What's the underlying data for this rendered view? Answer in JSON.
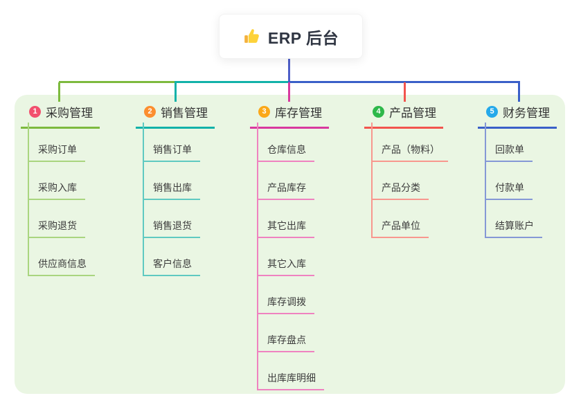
{
  "root": {
    "title": "ERP 后台",
    "icon": "thumbs-up"
  },
  "branches": [
    {
      "num": "1",
      "title": "采购管理",
      "children": [
        "采购订单",
        "采购入库",
        "采购退货",
        "供应商信息"
      ],
      "line_color": "#7dba3e",
      "child_line_color": "#a9d57f",
      "badge_color": "#f2506e"
    },
    {
      "num": "2",
      "title": "销售管理",
      "children": [
        "销售订单",
        "销售出库",
        "销售退货",
        "客户信息"
      ],
      "line_color": "#12b2a9",
      "child_line_color": "#5fc9c1",
      "badge_color": "#fc8e2f"
    },
    {
      "num": "3",
      "title": "库存管理",
      "children": [
        "仓库信息",
        "产品库存",
        "其它出库",
        "其它入库",
        "库存调拨",
        "库存盘点",
        "出库库明细"
      ],
      "line_color": "#d8399f",
      "child_line_color": "#ef82c0",
      "badge_color": "#fba819"
    },
    {
      "num": "4",
      "title": "产品管理",
      "children": [
        "产品（物料）",
        "产品分类",
        "产品单位"
      ],
      "line_color": "#f2544e",
      "child_line_color": "#f8978e",
      "badge_color": "#2eb84a"
    },
    {
      "num": "5",
      "title": "财务管理",
      "children": [
        "回款单",
        "付款单",
        "结算账户"
      ],
      "line_color": "#3a5fc8",
      "child_line_color": "#8598d6",
      "badge_color": "#25a9ea"
    }
  ],
  "colors": {
    "panel_bg": "#eaf6e3",
    "root_stem": "#4f5fc8",
    "text": "#3c3c3c",
    "root_title_text": "#2f3542"
  }
}
